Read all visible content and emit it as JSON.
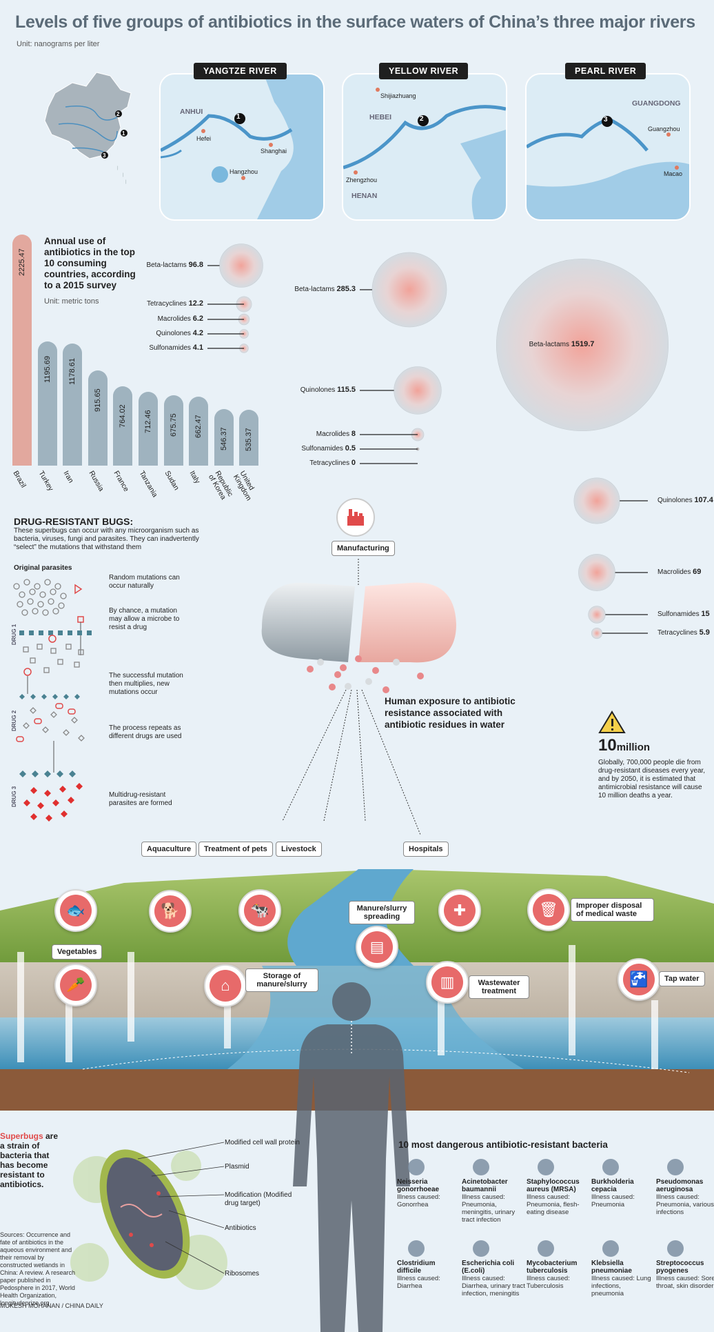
{
  "title": "Levels of five groups of antibiotics in the surface waters of China’s three major rivers",
  "unit": "Unit: nanograms per liter",
  "colors": {
    "bar_brazil": "#e2a89e",
    "bar_other": "#9fb3bf",
    "water": "#6aaed0",
    "accent_red": "#e04a4a",
    "teal": "#3f7d8c"
  },
  "maps": [
    {
      "name": "YANGTZE RIVER",
      "number": "1",
      "places": [
        "ANHUI",
        "Hefei",
        "Shanghai",
        "Hangzhou"
      ]
    },
    {
      "name": "YELLOW RIVER",
      "number": "2",
      "places": [
        "Shijiazhuang",
        "HEBEI",
        "Zhengzhou",
        "HENAN"
      ]
    },
    {
      "name": "PEARL RIVER",
      "number": "3",
      "places": [
        "GUANGDONG",
        "Guangzhou",
        "Macao"
      ]
    }
  ],
  "china_map_markers": [
    "2",
    "1",
    "3"
  ],
  "annual_use": {
    "heading": "Annual use of antibiotics in the top 10 consuming countries, according to a 2015 survey",
    "unit": "Unit: metric tons"
  },
  "chart_data": [
    {
      "type": "bar",
      "title": "Annual use of antibiotics in the top 10 consuming countries, according to a 2015 survey",
      "ylabel": "Unit: metric tons",
      "categories": [
        "Brazil",
        "Turkey",
        "Iran",
        "Russia",
        "France",
        "Tanzania",
        "Sudan",
        "Italy",
        "Republic of Korea",
        "United Kingdom"
      ],
      "category_labels": [
        "Brazil",
        "Turkey",
        "Iran",
        "Russia",
        "France",
        "Tanzania",
        "Sudan",
        "Italy",
        "Republic\nof Korea",
        "United\nKingdom"
      ],
      "values": [
        2225.47,
        1195.69,
        1178.61,
        915.65,
        764.02,
        712.46,
        675.75,
        662.47,
        546.37,
        535.37
      ],
      "value_labels": [
        "2225.47",
        "1195.69",
        "1178.61",
        "915.65",
        "764.02",
        "712.46",
        "675.75",
        "662.47",
        "546.37",
        "535.37"
      ]
    },
    {
      "type": "bubble",
      "title": "Yangtze River",
      "unit": "nanograms per liter",
      "series": [
        {
          "name": "Beta-lactams",
          "value": 96.8,
          "label": "96.8"
        },
        {
          "name": "Tetracyclines",
          "value": 12.2,
          "label": "12.2"
        },
        {
          "name": "Macrolides",
          "value": 6.2,
          "label": "6.2"
        },
        {
          "name": "Quinolones",
          "value": 4.2,
          "label": "4.2"
        },
        {
          "name": "Sulfonamides",
          "value": 4.1,
          "label": "4.1"
        }
      ]
    },
    {
      "type": "bubble",
      "title": "Yellow River",
      "unit": "nanograms per liter",
      "series": [
        {
          "name": "Beta-lactams",
          "value": 285.3,
          "label": "285.3"
        },
        {
          "name": "Quinolones",
          "value": 115.5,
          "label": "115.5"
        },
        {
          "name": "Macrolides",
          "value": 8,
          "label": "8"
        },
        {
          "name": "Sulfonamides",
          "value": 0.5,
          "label": "0.5"
        },
        {
          "name": "Tetracyclines",
          "value": 0,
          "label": "0"
        }
      ]
    },
    {
      "type": "bubble",
      "title": "Pearl River",
      "unit": "nanograms per liter",
      "series": [
        {
          "name": "Beta-lactams",
          "value": 1519.7,
          "label": "1519.7"
        },
        {
          "name": "Quinolones",
          "value": 107.4,
          "label": "107.4"
        },
        {
          "name": "Macrolides",
          "value": 69,
          "label": "69"
        },
        {
          "name": "Sulfonamides",
          "value": 15,
          "label": "15"
        },
        {
          "name": "Tetracyclines",
          "value": 5.9,
          "label": "5.9"
        }
      ]
    }
  ],
  "bugs": {
    "heading": "DRUG-RESISTANT BUGS:",
    "intro": "These superbugs can occur with any microorganism such as bacteria, viruses, fungi and parasites. They can inadvertently “select” the mutations that withstand them",
    "original": "Original parasites",
    "drug_labels": [
      "DRUG 1",
      "DRUG 2",
      "DRUG 3"
    ],
    "steps": [
      "Random mutations can occur naturally",
      "By chance, a mutation may allow a microbe to resist a drug",
      "The successful mutation then multiplies, new mutations occur",
      "The process repeats as different drugs are used",
      "Multidrug-resistant parasites are formed"
    ]
  },
  "pill": {
    "manufacturing": "Manufacturing",
    "exposure": "Human exposure to antibiotic resistance associated with antibiotic residues in water"
  },
  "warning": {
    "big": "10",
    "big_unit": "million",
    "text": "Globally, 700,000 people die from drug-resistant diseases every year, and by 2050, it is estimated that antimicrobial resistance will cause 10 million deaths a year."
  },
  "sources_top": [
    "Aquaculture",
    "Treatment of pets",
    "Livestock",
    "Hospitals"
  ],
  "landscape": {
    "manure": "Manure/slurry spreading",
    "improper": "Improper disposal of medical waste",
    "vegetables": "Vegetables",
    "storage": "Storage of manure/slurry",
    "wastewater": "Wastewater treatment",
    "tap": "Tap water"
  },
  "superbug": {
    "lead_red": "Superbugs",
    "lead_rest": " are a strain of bacteria that has become resistant to antibiotics.",
    "callouts": [
      "Modified cell wall protein",
      "Plasmid",
      "Modification (Modified drug target)",
      "Antibiotics",
      "Ribosomes"
    ]
  },
  "sources": "Sources: Occurrence and fate of antibiotics in the aqueous environment and their removal by constructed wetlands in China: A review. A research paper published in Pedosphere in 2017, World Health Organization, longitudeprize.org",
  "credit": "MUKESH MOHANAN / CHINA DAILY",
  "bacteria": {
    "heading": "10 most dangerous antibiotic-resistant bacteria",
    "items": [
      {
        "name": "Neisseria gonorrhoeae",
        "ill": "Illness caused: Gonorrhea"
      },
      {
        "name": "Acinetobacter baumannii",
        "ill": "Illness caused: Pneumonia, meningitis, urinary tract infection"
      },
      {
        "name": "Staphylococcus aureus (MRSA)",
        "ill": "Illness caused: Pneumonia, flesh-eating disease"
      },
      {
        "name": "Burkholderia cepacia",
        "ill": "Illness caused: Pneumonia"
      },
      {
        "name": "Pseudomonas aeruginosa",
        "ill": "Illness caused: Pneumonia, various infections"
      },
      {
        "name": "Clostridium difficile",
        "ill": "Illness caused: Diarrhea"
      },
      {
        "name": "Escherichia coli (E.coli)",
        "ill": "Illness caused: Diarrhea, urinary tract infection, meningitis"
      },
      {
        "name": "Mycobacterium tuberculosis",
        "ill": "Illness caused: Tuberculosis"
      },
      {
        "name": "Klebsiella pneumoniae",
        "ill": "Illness caused: Lung infections, pneumonia"
      },
      {
        "name": "Streptococcus pyogenes",
        "ill": "Illness caused: Sore throat, skin disorders"
      }
    ]
  }
}
